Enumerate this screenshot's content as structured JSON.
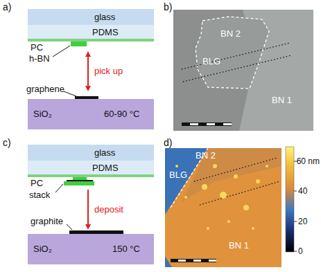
{
  "diagram": {
    "nodes": [
      {
        "text": [
          "glass"
        ]
      },
      {
        "text": [
          "PDMS"
        ]
      },
      {
        "text": [
          "SiO₂",
          "60-90 °C"
        ]
      },
      {
        "text": [
          "glass"
        ]
      },
      {
        "text": [
          "PDMS"
        ]
      },
      {
        "text": [
          "SiO₂",
          "150 °C"
        ]
      }
    ],
    "labels": [
      "a)",
      "PC",
      "h-BN",
      "pick up",
      "graphene",
      "b)",
      "BN 2",
      "BLG",
      "BN 1",
      "c)",
      "PC",
      "stack",
      "deposit",
      "graphite",
      "d)",
      "BN 2",
      "BLG",
      "BN 1",
      "60 nm",
      "40",
      "20",
      "0"
    ]
  }
}
